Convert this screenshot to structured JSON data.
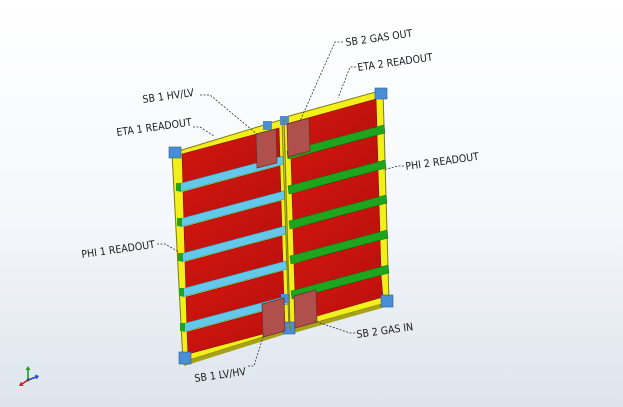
{
  "labels": {
    "sb2_gas_out": "SB 2 GAS OUT",
    "eta2_readout": "ETA 2 READOUT",
    "sb1_hv_lv": "SB 1 HV/LV",
    "eta1_readout": "ETA 1 READOUT",
    "phi2_readout": "PHI 2 READOUT",
    "phi1_readout": "PHI 1 READOUT",
    "sb2_gas_in": "SB 2 GAS IN",
    "sb1_lv_hv": "SB 1 LV/HV"
  },
  "icons": {
    "view_triad": "xyz-axis-triad-icon"
  },
  "colors": {
    "frame_yellow": "#f2ef1a",
    "frame_edge": "#8a8a12",
    "panel_red": "#cc1410",
    "panel_red_dark": "#8f0d0b",
    "strip_cyan": "#62c9ea",
    "strip_green": "#1ea51e",
    "corner_block": "#4a8fd6",
    "service_box": "#b0504c"
  }
}
